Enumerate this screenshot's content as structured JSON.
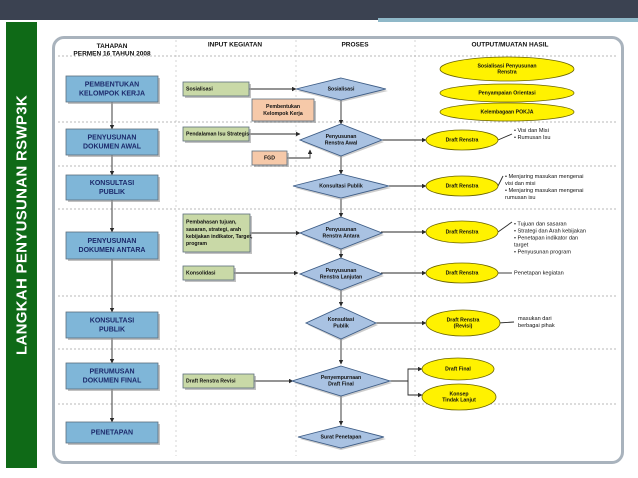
{
  "slide": {
    "title": "LANGKAH PENYUSUNAN RSWP3K",
    "colors": {
      "sidebar": "#0f6a17",
      "stage_box": "#7fb6d8",
      "decision": "#a9c2e2",
      "input_box": "#c9d9a7",
      "input_alt": "#f6c9a9",
      "output_oval": "#fff200"
    }
  },
  "columns": {
    "c1": [
      "TAHAPAN",
      "PERMEN 16 TAHUN 2008"
    ],
    "c2": [
      "INPUT KEGIATAN"
    ],
    "c3": [
      "PROSES"
    ],
    "c4": [
      "OUTPUT/MUATAN HASIL"
    ]
  },
  "stages": {
    "s1": [
      "PEMBENTUKAN",
      "KELOMPOK KERJA"
    ],
    "s2": [
      "PENYUSUNAN",
      "DOKUMEN AWAL"
    ],
    "s3": [
      "KONSULTASI",
      "PUBLIK"
    ],
    "s4": [
      "PENYUSUNAN",
      "DOKUMEN ANTARA"
    ],
    "s5": [
      "KONSULTASI",
      "PUBLIK"
    ],
    "s6": [
      "PERUMUSAN",
      "DOKUMEN FINAL"
    ],
    "s7": [
      "PENETAPAN"
    ]
  },
  "inputs": {
    "i1": [
      "Sosialisasi"
    ],
    "i2": [
      "Pembentukan",
      "Kelompok Kerja"
    ],
    "i3": [
      "Pendalaman Isu Strategis"
    ],
    "i4": [
      "FGD"
    ],
    "i5": [
      "Pembahasan tujuan,",
      "sasaran, strategi, arah",
      "kebijakan indikator, Target,",
      "program"
    ],
    "i6": [
      "Konsolidasi"
    ],
    "i7": [
      "Draft Renstra Revisi"
    ]
  },
  "processes": {
    "p1": [
      "Sosialisasi"
    ],
    "p2": [
      "Penyusunan",
      "Renstra Awal"
    ],
    "p3": [
      "Konsultasi Publik"
    ],
    "p4": [
      "Penyusunan",
      "Renstra Antara"
    ],
    "p5": [
      "Penyusunan",
      "Renstra Lanjutan"
    ],
    "p6": [
      "Konsultasi",
      "Publik"
    ],
    "p7": [
      "Penyempurnaan",
      "Draft Final"
    ],
    "p8": [
      "Surat Penetapan"
    ]
  },
  "outputs": {
    "o1": [
      "Sosialisasi Penyusunan",
      "Renstra"
    ],
    "o2": [
      "Penyampaian Orientasi"
    ],
    "o3": [
      "Kelembagaan POKJA"
    ],
    "d1": [
      "Draft Renstra"
    ],
    "d2": [
      "Draft Renstra"
    ],
    "d3": [
      "Draft Renstra"
    ],
    "d4": [
      "Draft Renstra"
    ],
    "d5": [
      "Draft Renstra",
      "(Revisi)"
    ],
    "f1": [
      "Draft Final"
    ],
    "f2": [
      "Konsep",
      "Tindak Lanjut"
    ]
  },
  "notes": {
    "n1": [
      "• Visi dan Misi",
      "• Rumusan Isu"
    ],
    "n2": [
      "• Menjaring masukan mengenai",
      "visi dan misi",
      "• Menjaring masukan mengenai",
      "rumusan isu"
    ],
    "n3": [
      "• Tujuan dan sasaran",
      "• Strategi dan Arah kebijakan",
      "• Penetapan indikator dan",
      "target",
      "• Penyusunan program"
    ],
    "n4": [
      "Penetapan kegiatan"
    ],
    "n5": [
      "masukan dari",
      "berbagai pihak"
    ]
  }
}
